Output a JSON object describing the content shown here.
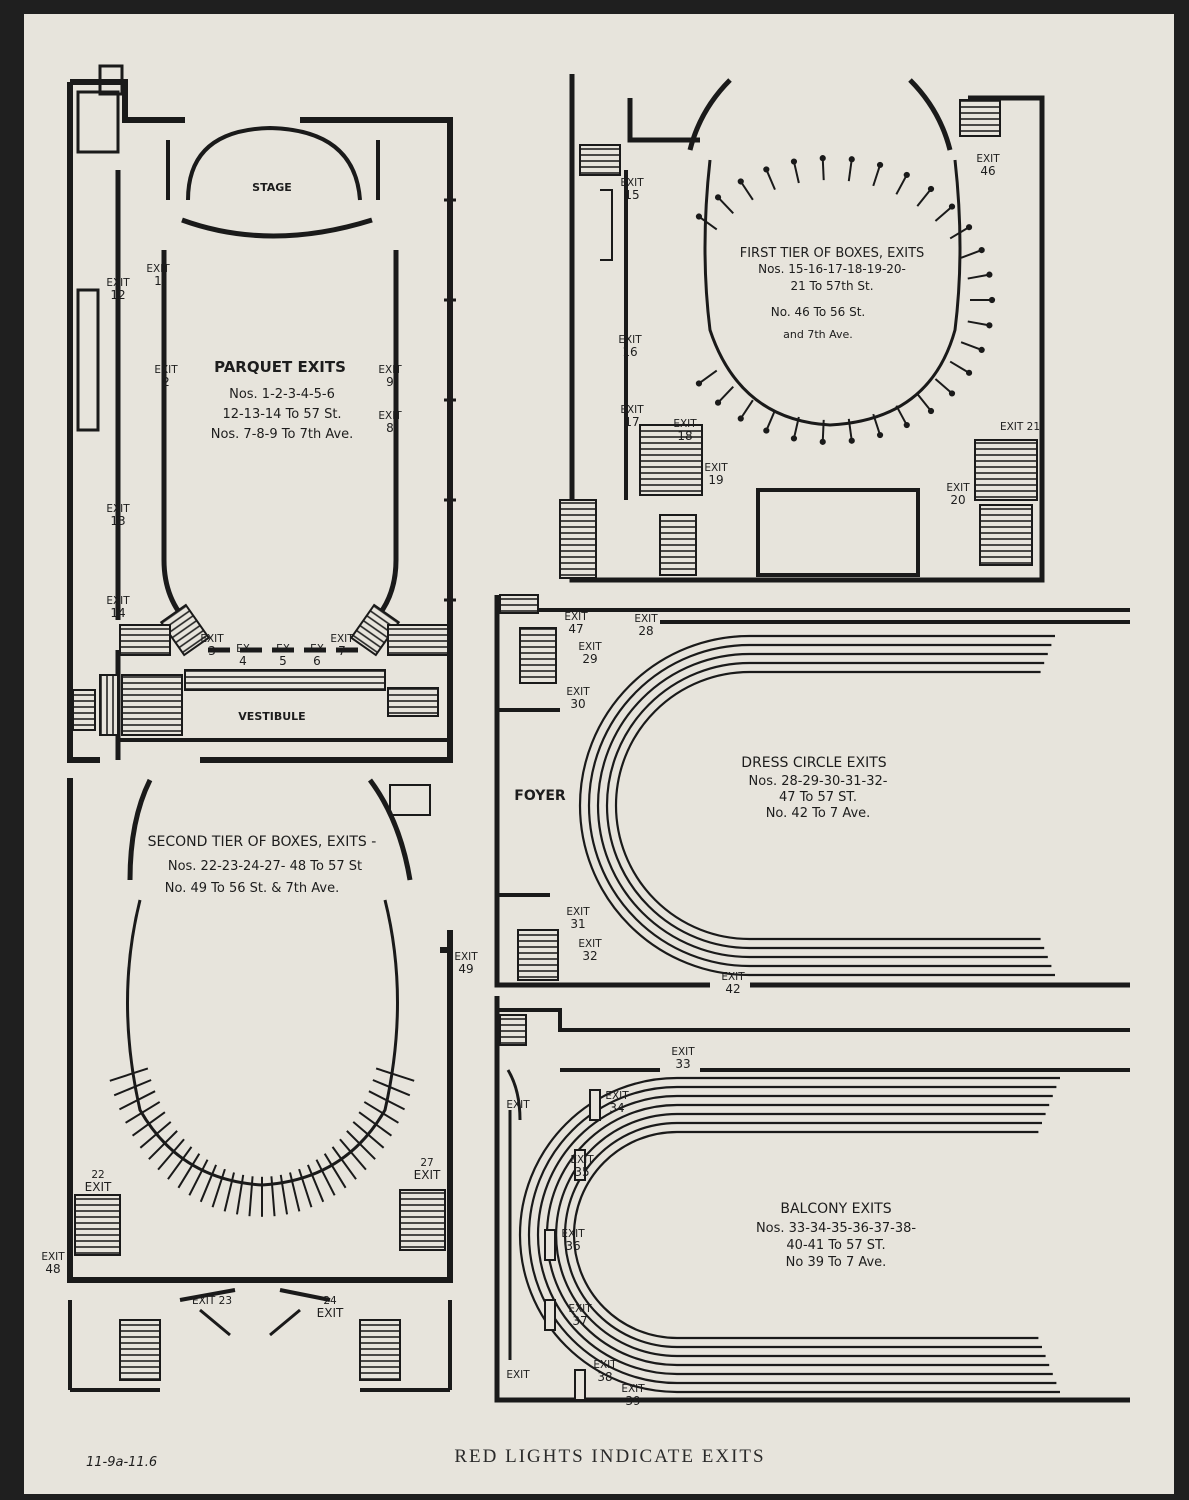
{
  "footer": {
    "caption": "RED LIGHTS INDICATE EXITS",
    "pencil_note": "11-9a-11.6"
  },
  "parquet": {
    "stage": "STAGE",
    "vestibule": "VESTIBULE",
    "heading": "PARQUET EXITS",
    "lines": [
      "Nos. 1-2-3-4-5-6",
      "12-13-14 To 57 St.",
      "Nos. 7-8-9 To 7th Ave."
    ],
    "exits": {
      "e1": [
        "EXIT",
        "1"
      ],
      "e2": [
        "EXIT",
        "2"
      ],
      "e3": [
        "EXIT",
        "3"
      ],
      "e4": [
        "EX",
        "4"
      ],
      "e5": [
        "EX",
        "5"
      ],
      "e6": [
        "EX",
        "6"
      ],
      "e7": [
        "EXIT",
        "7"
      ],
      "e8": [
        "EXIT",
        "8"
      ],
      "e9": [
        "EXIT",
        "9"
      ],
      "e12": [
        "EXIT",
        "12"
      ],
      "e13": [
        "EXIT",
        "13"
      ],
      "e14": [
        "EXIT",
        "14"
      ]
    }
  },
  "first_tier": {
    "heading": "FIRST TIER OF BOXES, EXITS",
    "lines": [
      "Nos. 15-16-17-18-19-20-",
      "21 To 57th St.",
      "No. 46 To 56 St.",
      "and 7th Ave."
    ],
    "exits": {
      "e15": [
        "EXIT",
        "15"
      ],
      "e16": [
        "EXIT",
        "16"
      ],
      "e17": [
        "EXIT",
        "17"
      ],
      "e18": [
        "EXIT",
        "18"
      ],
      "e19": [
        "EXIT",
        "19"
      ],
      "e20": [
        "EXIT",
        "20"
      ],
      "e21": [
        "EXIT 21",
        ""
      ],
      "e46": [
        "EXIT",
        "46"
      ]
    }
  },
  "second_tier": {
    "heading": "SECOND TIER OF BOXES, EXITS -",
    "lines": [
      "Nos. 22-23-24-27- 48 To 57 St",
      "No. 49 To 56 St. & 7th Ave."
    ],
    "exits": {
      "e22": [
        "22",
        "EXIT"
      ],
      "e23": [
        "EXIT 23",
        ""
      ],
      "e24": [
        "24",
        "EXIT"
      ],
      "e27": [
        "27",
        "EXIT"
      ],
      "e48": [
        "EXIT",
        "48"
      ],
      "e49": [
        "EXIT",
        "49"
      ]
    }
  },
  "dress_circle": {
    "foyer": "FOYER",
    "heading": "DRESS CIRCLE EXITS",
    "lines": [
      "Nos. 28-29-30-31-32-",
      "47 To 57 ST.",
      "No. 42 To 7 Ave."
    ],
    "exits": {
      "e47": [
        "EXIT",
        "47"
      ],
      "e28": [
        "EXIT",
        "28"
      ],
      "e29": [
        "EXIT",
        "29"
      ],
      "e30": [
        "EXIT",
        "30"
      ],
      "e31": [
        "EXIT",
        "31"
      ],
      "e32": [
        "EXIT",
        "32"
      ],
      "e42": [
        "EXIT",
        "42"
      ]
    }
  },
  "balcony": {
    "heading": "BALCONY EXITS",
    "lines": [
      "Nos. 33-34-35-36-37-38-",
      "40-41 To 57 ST.",
      "No 39 To 7 Ave."
    ],
    "exits": {
      "e33": [
        "EXIT",
        "33"
      ],
      "e34": [
        "EXIT",
        "34"
      ],
      "e35": [
        "EXIT",
        "35"
      ],
      "e36": [
        "EXIT",
        "36"
      ],
      "e37": [
        "EXIT",
        "37"
      ],
      "e38": [
        "EXIT",
        "38"
      ],
      "e39": [
        "EXIT",
        "39"
      ],
      "eA": [
        "EXIT",
        ""
      ],
      "eB": [
        "EXIT",
        ""
      ]
    }
  }
}
